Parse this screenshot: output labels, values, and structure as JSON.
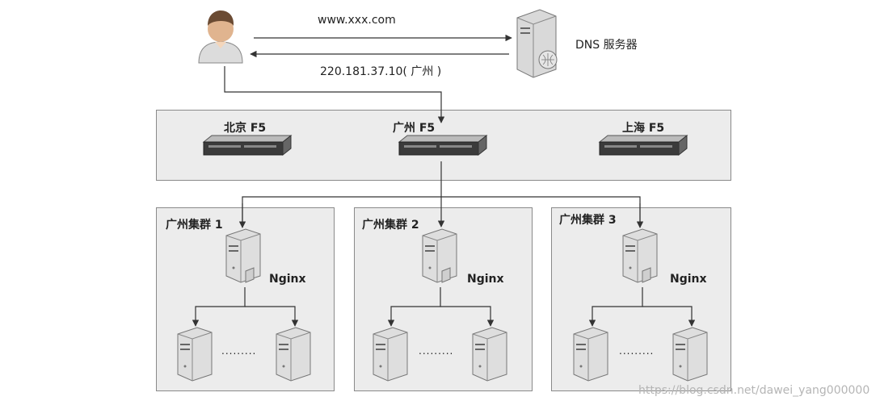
{
  "domain_text": {
    "request_label": "www.xxx.com",
    "response_label": "220.181.37.10( 广州 )",
    "dns_label": "DNS 服务器"
  },
  "f5": {
    "beijing": "北京 F5",
    "guangzhou": "广州 F5",
    "shanghai": "上海 F5"
  },
  "clusters": [
    {
      "title": "广州集群 1",
      "proxy": "Nginx",
      "dots": "........."
    },
    {
      "title": "广州集群 2",
      "proxy": "Nginx",
      "dots": "........."
    },
    {
      "title": "广州集群 3",
      "proxy": "Nginx",
      "dots": "........."
    }
  ],
  "watermark": "https://blog.csdn.net/dawei_yang000000"
}
